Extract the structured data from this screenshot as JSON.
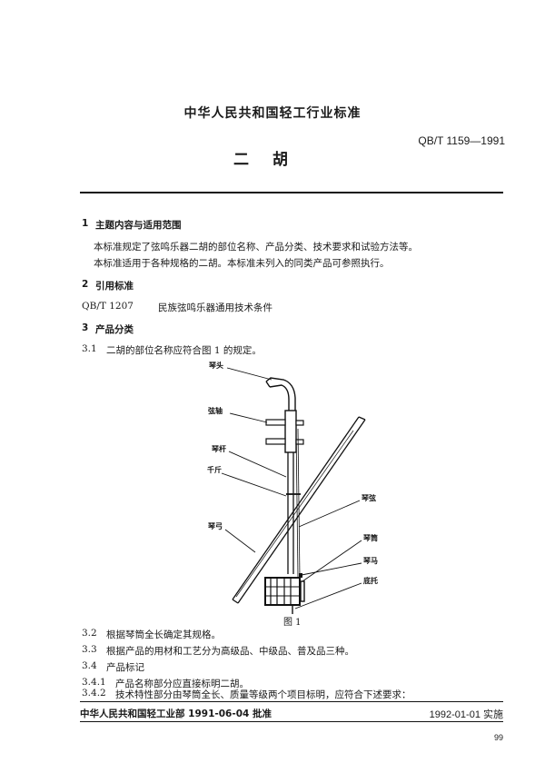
{
  "header": {
    "organization": "中华人民共和国轻工行业标准",
    "standard_code": "QB/T 1159—1991",
    "title": "二胡"
  },
  "sections": {
    "s1": {
      "num": "1",
      "heading": "主题内容与适用范围"
    },
    "s1_p1": "本标准规定了弦鸣乐器二胡的部位名称、产品分类、技术要求和试验方法等。",
    "s1_p2": "本标准适用于各种规格的二胡。本标准未列入的同类产品可参照执行。",
    "s2": {
      "num": "2",
      "heading": "引用标准"
    },
    "s2_ref": {
      "code": "QB/T 1207",
      "text": "民族弦鸣乐器通用技术条件"
    },
    "s3": {
      "num": "3",
      "heading": "产品分类"
    },
    "s3_1": {
      "num": "3.1",
      "text": "二胡的部位名称应符合图 1 的规定。"
    },
    "s3_2": {
      "num": "3.2",
      "text": "根据琴筒全长确定其规格。"
    },
    "s3_3": {
      "num": "3.3",
      "text": "根据产品的用材和工艺分为高级品、中级品、普及品三种。"
    },
    "s3_4": {
      "num": "3.4",
      "text": "产品标记"
    },
    "s3_4_1": {
      "num": "3.4.1",
      "text": "产品名称部分应直接标明二胡。"
    },
    "s3_4_2": {
      "num": "3.4.2",
      "text": "技术特性部分由琴筒全长、质量等级两个项目标明，应符合下述要求："
    }
  },
  "figure": {
    "caption": "图 1",
    "labels": {
      "qintou": "琴头",
      "xianzhou": "弦轴",
      "qingan": "琴杆",
      "qianjin": "千斤",
      "qinxian": "琴弦",
      "qingong": "琴弓",
      "qintong": "琴筒",
      "qinma": "琴马",
      "dituo": "底托"
    }
  },
  "footer": {
    "issued": "中华人民共和国轻工业部 1991-06-04 批准",
    "implemented": "1992-01-01 实施",
    "page_number": "99"
  }
}
